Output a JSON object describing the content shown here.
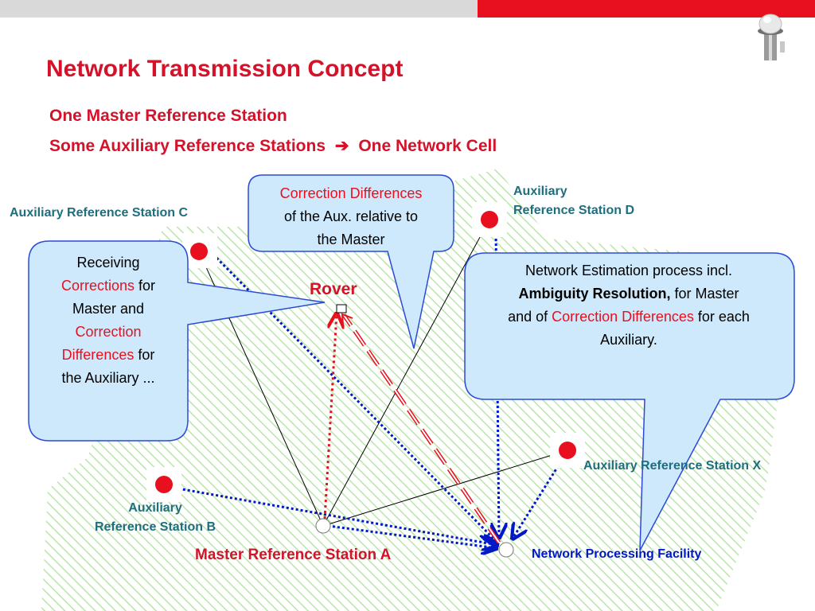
{
  "header": {
    "title": "Network Transmission Concept",
    "subtitle_line1": "One Master Reference Station",
    "subtitle_line2_left": "Some Auxiliary Reference Stations",
    "subtitle_line2_arrow": "➔",
    "subtitle_line2_right": "One Network Cell"
  },
  "labels": {
    "station_c": "Auxiliary Reference Station C",
    "station_d_line1": "Auxiliary",
    "station_d_line2": "Reference Station D",
    "station_x": "Auxiliary Reference Station X",
    "station_b_line1": "Auxiliary",
    "station_b_line2": "Reference Station B",
    "master": "Master Reference Station A",
    "facility": "Network Processing Facility",
    "rover": "Rover"
  },
  "callouts": {
    "top": {
      "line1": "Correction Differences",
      "line2": "of the Aux. relative to",
      "line3": "the Master"
    },
    "left": {
      "line1": "Receiving",
      "line2_red": "Corrections",
      "line2_rest": " for",
      "line3": "Master and",
      "line4_red": "Correction",
      "line5_red": "Differences",
      "line5_rest": " for",
      "line6": "the Auxiliary ..."
    },
    "right": {
      "line1": "Network Estimation process incl.",
      "line2_bold": "Ambiguity Resolution,",
      "line2_rest": " for Master",
      "line3_pre": "and of ",
      "line3_red": "Correction Differences",
      "line3_post": " for each",
      "line4": "Auxiliary."
    }
  },
  "colors": {
    "title_red": "#d4122a",
    "label_teal": "#1f6e7e",
    "label_blue": "#0018c8",
    "callout_fill": "#cde9fb",
    "callout_stroke": "#2a4ad8",
    "station_red": "#e8101e",
    "hatch_green": "#b8e6a8"
  }
}
